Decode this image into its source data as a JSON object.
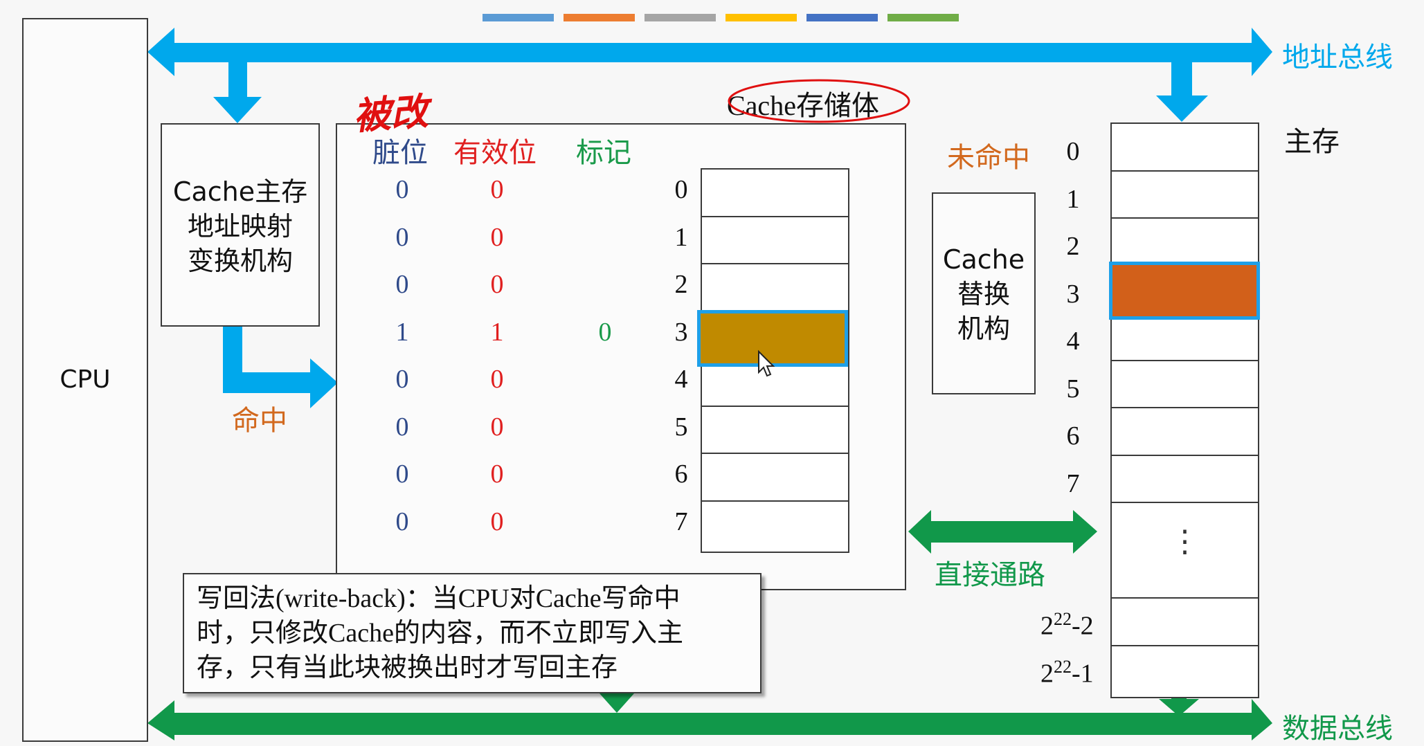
{
  "colors": {
    "address_bus": "#00a8ec",
    "data_bus": "#11984a",
    "hit_orange": "#d2691e",
    "dirty_blue": "#2f4a8a",
    "valid_red": "#e02020",
    "tag_green": "#1a9a4a",
    "cache_line_fill": "#c08a00",
    "memory_block_fill": "#d2601a",
    "highlight_border": "#1ea0e8",
    "annotation_red": "#e01010"
  },
  "top_legend_colors": [
    "#5b9bd5",
    "#ed7d31",
    "#a5a5a5",
    "#ffc000",
    "#4472c4",
    "#70ad47"
  ],
  "buses": {
    "address": "地址总线",
    "data": "数据总线"
  },
  "cpu": {
    "label": "CPU"
  },
  "mapping_unit": {
    "line1": "Cache主存",
    "line2": "地址映射",
    "line3": "变换机构"
  },
  "hit_label": "命中",
  "miss_label": "未命中",
  "cache_storage_title": "Cache存储体",
  "handwritten_note": "被改",
  "cache_table": {
    "headers": {
      "dirty": "脏位",
      "valid": "有效位",
      "tag": "标记"
    },
    "rows": [
      {
        "index": "0",
        "dirty": "0",
        "valid": "0",
        "tag": ""
      },
      {
        "index": "1",
        "dirty": "0",
        "valid": "0",
        "tag": ""
      },
      {
        "index": "2",
        "dirty": "0",
        "valid": "0",
        "tag": ""
      },
      {
        "index": "3",
        "dirty": "1",
        "valid": "1",
        "tag": "0"
      },
      {
        "index": "4",
        "dirty": "0",
        "valid": "0",
        "tag": ""
      },
      {
        "index": "5",
        "dirty": "0",
        "valid": "0",
        "tag": ""
      },
      {
        "index": "6",
        "dirty": "0",
        "valid": "0",
        "tag": ""
      },
      {
        "index": "7",
        "dirty": "0",
        "valid": "0",
        "tag": ""
      }
    ],
    "highlighted_row": 3
  },
  "replacement_unit": {
    "line1": "Cache",
    "line2": "替换",
    "line3": "机构"
  },
  "direct_path_label": "直接通路",
  "main_memory": {
    "label": "主存",
    "indices": [
      "0",
      "1",
      "2",
      "3",
      "4",
      "5",
      "6",
      "7"
    ],
    "ellipsis": "⋮",
    "last_rows": [
      {
        "base": "2",
        "exp": "22",
        "suffix": "-2"
      },
      {
        "base": "2",
        "exp": "22",
        "suffix": "-1"
      }
    ],
    "highlighted_block": 3
  },
  "write_back_note": {
    "line1": "写回法(write-back)：当CPU对Cache写命中",
    "line2": "时，只修改Cache的内容，而不立即写入主",
    "line3": "存，只有当此块被换出时才写回主存"
  }
}
